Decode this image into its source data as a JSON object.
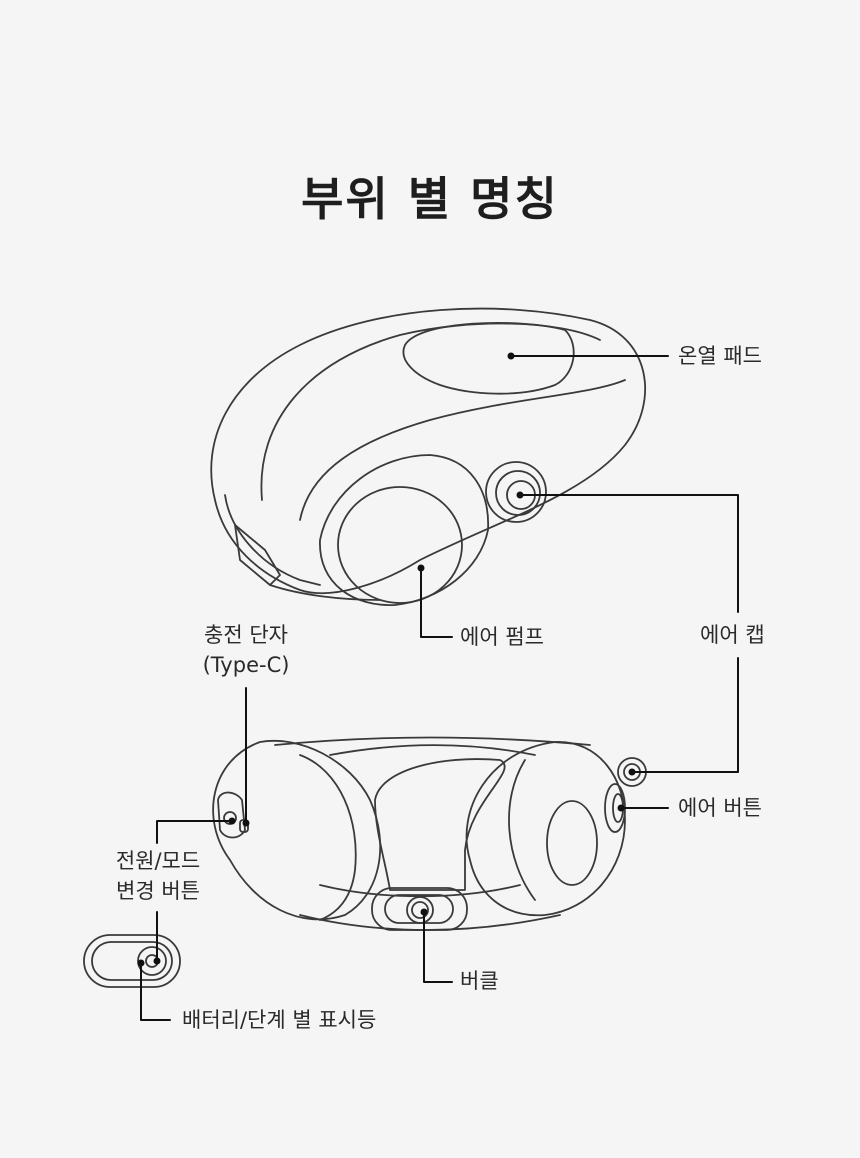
{
  "title": "부위 별 명칭",
  "labels": {
    "heat_pad": "온열 패드",
    "air_pump": "에어 펌프",
    "air_cap": "에어 캡",
    "charging_port_line1": "충전 단자",
    "charging_port_line2": "(Type-C)",
    "power_mode_line1": "전원/모드",
    "power_mode_line2": "변경 버튼",
    "air_button": "에어 버튼",
    "buckle": "버클",
    "battery_indicator": "배터리/단계 별 표시등"
  },
  "colors": {
    "background": "#f5f5f5",
    "line": "#3a3a3a",
    "text": "#2a2a2a"
  },
  "icons": [
    "neck-massager-top-view",
    "neck-massager-front-view",
    "power-button-closeup"
  ]
}
